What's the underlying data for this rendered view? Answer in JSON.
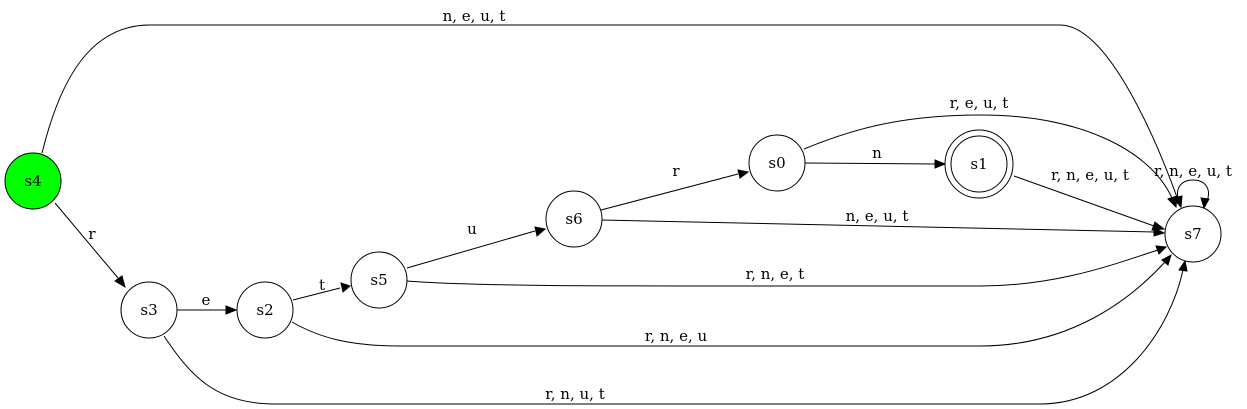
{
  "start_color": "#00ff00",
  "nodes": {
    "s0": {
      "label": "s0"
    },
    "s1": {
      "label": "s1",
      "accepting": true
    },
    "s2": {
      "label": "s2"
    },
    "s3": {
      "label": "s3"
    },
    "s4": {
      "label": "s4",
      "start": true
    },
    "s5": {
      "label": "s5"
    },
    "s6": {
      "label": "s6"
    },
    "s7": {
      "label": "s7"
    }
  },
  "edges": {
    "s4_s7": {
      "label": "n, e, u, t"
    },
    "s4_s3": {
      "label": "r"
    },
    "s3_s2": {
      "label": "e"
    },
    "s2_s5": {
      "label": "t"
    },
    "s5_s6": {
      "label": "u"
    },
    "s6_s0": {
      "label": "r"
    },
    "s0_s1": {
      "label": "n"
    },
    "s0_s7": {
      "label": "r, e, u, t"
    },
    "s1_s7": {
      "label": "r, n, e, u, t"
    },
    "s7_s7": {
      "label": "r, n, e, u, t"
    },
    "s6_s7": {
      "label": "n, e, u, t"
    },
    "s5_s7": {
      "label": "r, n, e, t"
    },
    "s2_s7": {
      "label": "r, n, e, u"
    },
    "s3_s7": {
      "label": "r, n, u, t"
    }
  }
}
